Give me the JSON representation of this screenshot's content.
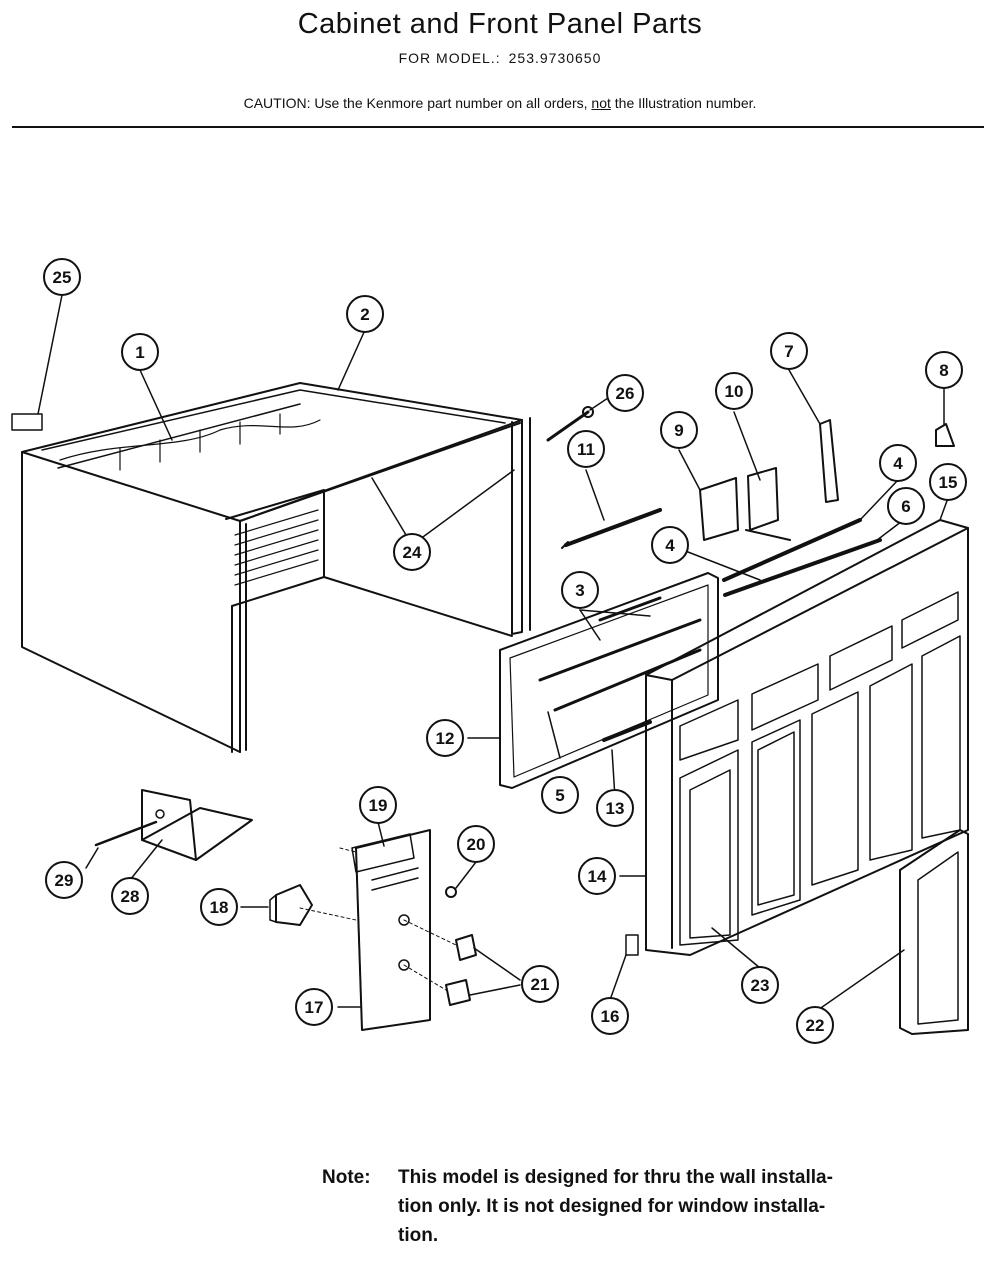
{
  "header": {
    "title": "Cabinet and Front Panel Parts",
    "model_label": "FOR MODEL.:",
    "model_number": "253.9730650",
    "caution_prefix": "CAUTION:  Use the Kenmore part number on all orders, ",
    "caution_not": "not",
    "caution_suffix": " the Illustration number."
  },
  "callouts": [
    {
      "id": "1"
    },
    {
      "id": "2"
    },
    {
      "id": "3"
    },
    {
      "id": "4"
    },
    {
      "id": "4"
    },
    {
      "id": "5"
    },
    {
      "id": "6"
    },
    {
      "id": "7"
    },
    {
      "id": "8"
    },
    {
      "id": "9"
    },
    {
      "id": "10"
    },
    {
      "id": "11"
    },
    {
      "id": "12"
    },
    {
      "id": "13"
    },
    {
      "id": "14"
    },
    {
      "id": "15"
    },
    {
      "id": "16"
    },
    {
      "id": "17"
    },
    {
      "id": "18"
    },
    {
      "id": "19"
    },
    {
      "id": "20"
    },
    {
      "id": "21"
    },
    {
      "id": "22"
    },
    {
      "id": "23"
    },
    {
      "id": "24"
    },
    {
      "id": "25"
    },
    {
      "id": "26"
    },
    {
      "id": "28"
    },
    {
      "id": "29"
    }
  ],
  "note": {
    "label": "Note:",
    "line1": "This model is designed for thru the wall installa-",
    "line2": "tion only.  It is not designed for window installa-",
    "line3": "tion."
  }
}
